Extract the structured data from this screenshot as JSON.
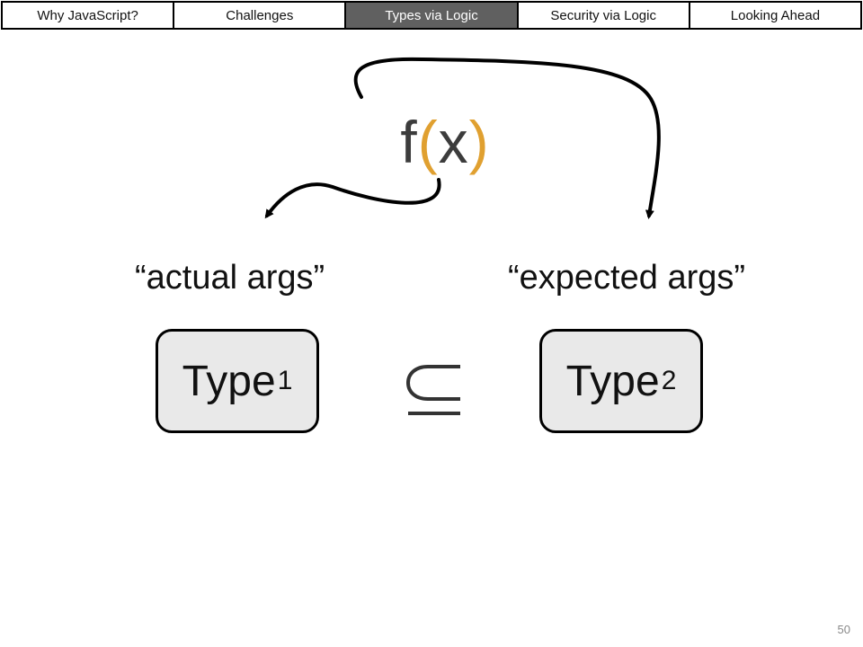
{
  "nav": {
    "tabs": [
      {
        "label": "Why JavaScript?",
        "active": false
      },
      {
        "label": "Challenges",
        "active": false
      },
      {
        "label": "Types via Logic",
        "active": true
      },
      {
        "label": "Security via Logic",
        "active": false
      },
      {
        "label": "Looking Ahead",
        "active": false
      }
    ]
  },
  "diagram": {
    "function_name": "f",
    "open_paren": "(",
    "argument": "x",
    "close_paren": ")",
    "actual_label": "“actual args”",
    "expected_label": "“expected args”",
    "type_left_base": "Type",
    "type_left_sub": "1",
    "type_right_base": "Type",
    "type_right_sub": "2",
    "relation": "subset-or-equal"
  },
  "colors": {
    "accent": "#e0a030",
    "active_tab": "#606060",
    "box_fill": "#e9e9e9"
  },
  "footer": {
    "page_number": "50"
  }
}
